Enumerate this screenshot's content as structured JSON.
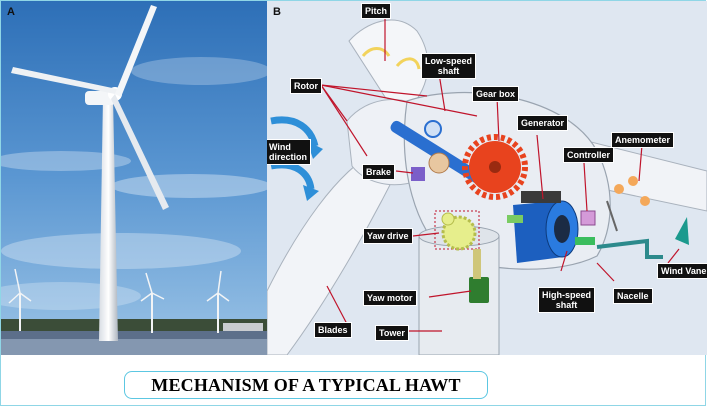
{
  "panel_a": {
    "letter": "A"
  },
  "panel_b": {
    "letter": "B"
  },
  "labels": {
    "pitch": "Pitch",
    "rotor": "Rotor",
    "low_speed_shaft_1": "Low-speed",
    "low_speed_shaft_2": "shaft",
    "gear_box": "Gear box",
    "generator": "Generator",
    "anemometer": "Anemometer",
    "controller": "Controller",
    "wind_direction_1": "Wind",
    "wind_direction_2": "direction",
    "brake": "Brake",
    "yaw_drive": "Yaw drive",
    "wind_vane": "Wind Vane",
    "yaw_motor": "Yaw motor",
    "high_speed_shaft_1": "High-speed",
    "high_speed_shaft_2": "shaft",
    "nacelle": "Nacelle",
    "blades": "Blades",
    "tower": "Tower"
  },
  "caption": "MECHANISM OF A TYPICAL HAWT",
  "colors": {
    "label_bg": "#111111",
    "pointer": "#c0142b",
    "shaft": "#2a6fd0",
    "gear": "#e8431e",
    "arrow": "#2e8fd8",
    "caption_border": "#5cc7e2"
  }
}
